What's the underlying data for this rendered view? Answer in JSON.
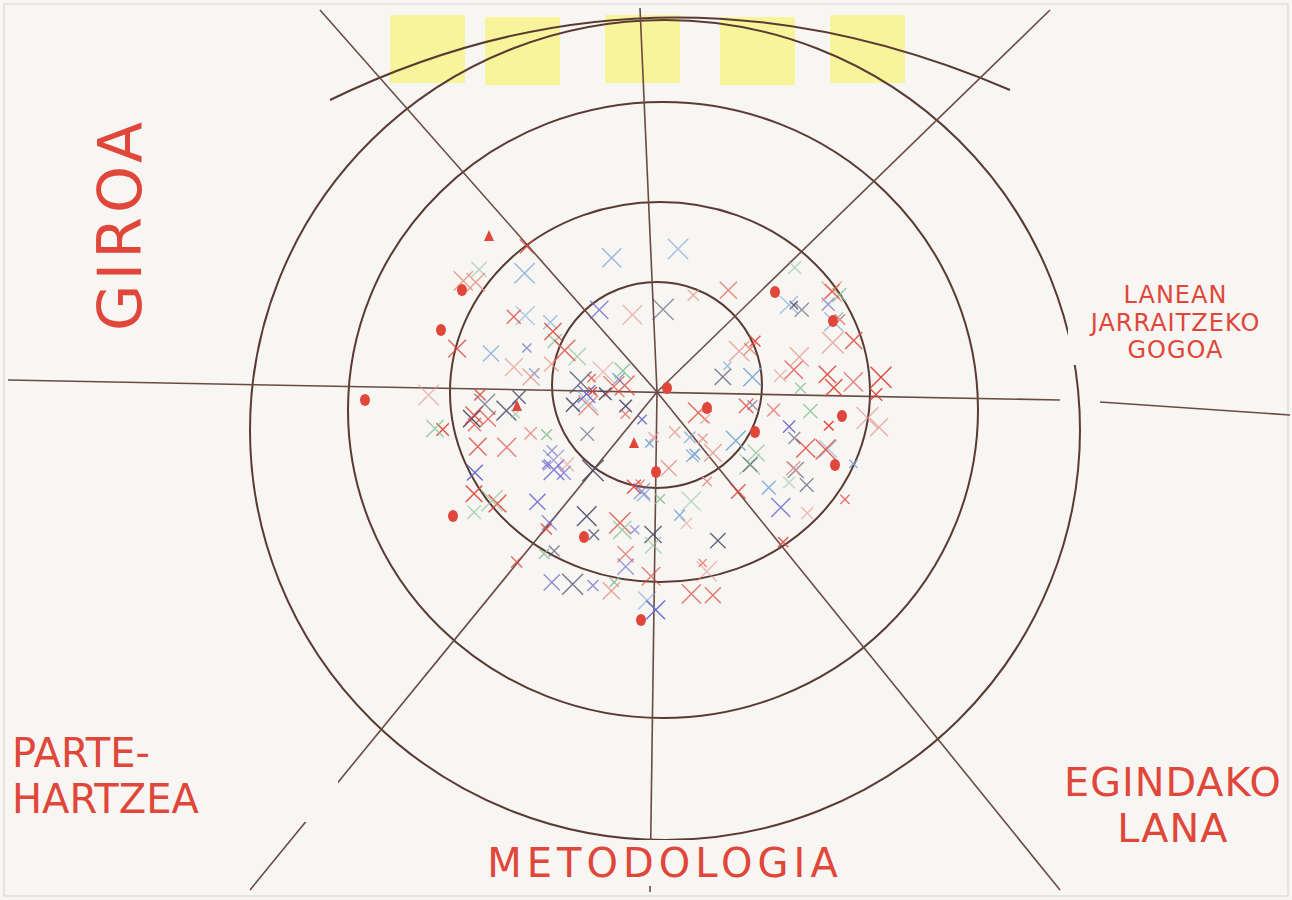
{
  "diagram": {
    "labels": [
      "GIROA",
      "LANEAN JARRAITZEKO GOGOA",
      "PARTE-HARTZEA",
      "METODOLOGIA",
      "EGINDAKO LANA"
    ]
  }
}
